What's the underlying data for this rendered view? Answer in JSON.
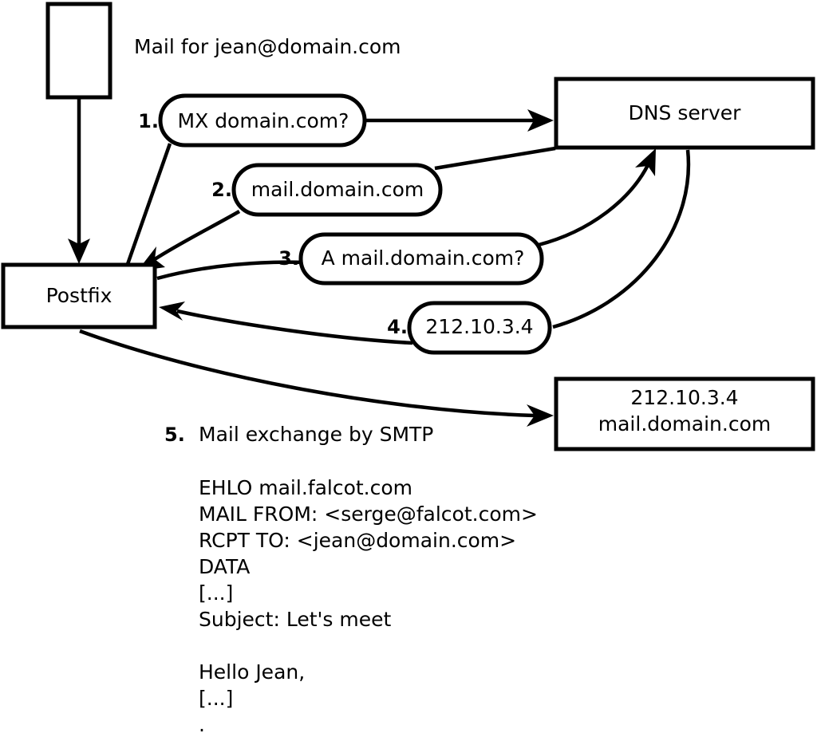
{
  "diagram": {
    "title_note": "Mail for jean@domain.com",
    "nodes": {
      "sender_client": {
        "label": ""
      },
      "postfix": {
        "label": "Postfix"
      },
      "dns_server": {
        "label": "DNS server"
      },
      "remote_mail_server": {
        "line1": "212.10.3.4",
        "line2": "mail.domain.com"
      }
    },
    "steps": [
      {
        "num": "1.",
        "label": "MX domain.com?"
      },
      {
        "num": "2.",
        "label": "mail.domain.com"
      },
      {
        "num": "3.",
        "label": "A mail.domain.com?"
      },
      {
        "num": "4.",
        "label": "212.10.3.4"
      }
    ],
    "step5": {
      "num": "5.",
      "label": "Mail exchange by SMTP"
    },
    "smtp_transcript": [
      "EHLO mail.falcot.com",
      "MAIL FROM: <serge@falcot.com>",
      "RCPT TO: <jean@domain.com>",
      "DATA",
      "[...]",
      "Subject: Let's meet",
      "",
      "Hello Jean,",
      "[...]",
      "."
    ],
    "colors": {
      "stroke": "#000000",
      "fill": "#ffffff",
      "background": "#ffffff"
    }
  }
}
